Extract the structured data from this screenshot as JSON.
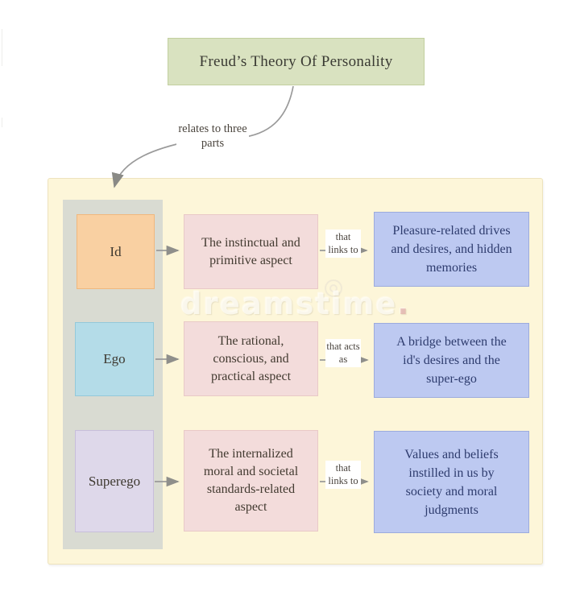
{
  "title": "Freud’s Theory Of Personality",
  "connector": {
    "label": "relates to three parts"
  },
  "rows": [
    {
      "part": "Id",
      "aspect": "The instinctual and primitive aspect",
      "link": "that links to",
      "outcome": "Pleasure-related drives and desires, and hidden memories"
    },
    {
      "part": "Ego",
      "aspect": "The rational, conscious, and practical aspect",
      "link": "that acts as",
      "outcome": "A bridge between the id's desires and the super-ego"
    },
    {
      "part": "Superego",
      "aspect": "The internalized moral and societal standards-related aspect",
      "link": "that links to",
      "outcome": "Values and beliefs instilled in us by society and moral judgments"
    }
  ],
  "watermark": {
    "text": "dreamstime",
    "dot": "."
  },
  "colors": {
    "title_bg": "#d9e2c0",
    "panel_bg": "#fdf6d9",
    "strip_bg": "#d9dbd2",
    "id_bg": "#f9d0a2",
    "ego_bg": "#b4dce8",
    "superego_bg": "#ded8ea",
    "aspect_bg": "#f3dcdb",
    "outcome_bg": "#bdc9f1",
    "outcome_text": "#2e3c6e",
    "arrow": "#9a9a9a"
  }
}
